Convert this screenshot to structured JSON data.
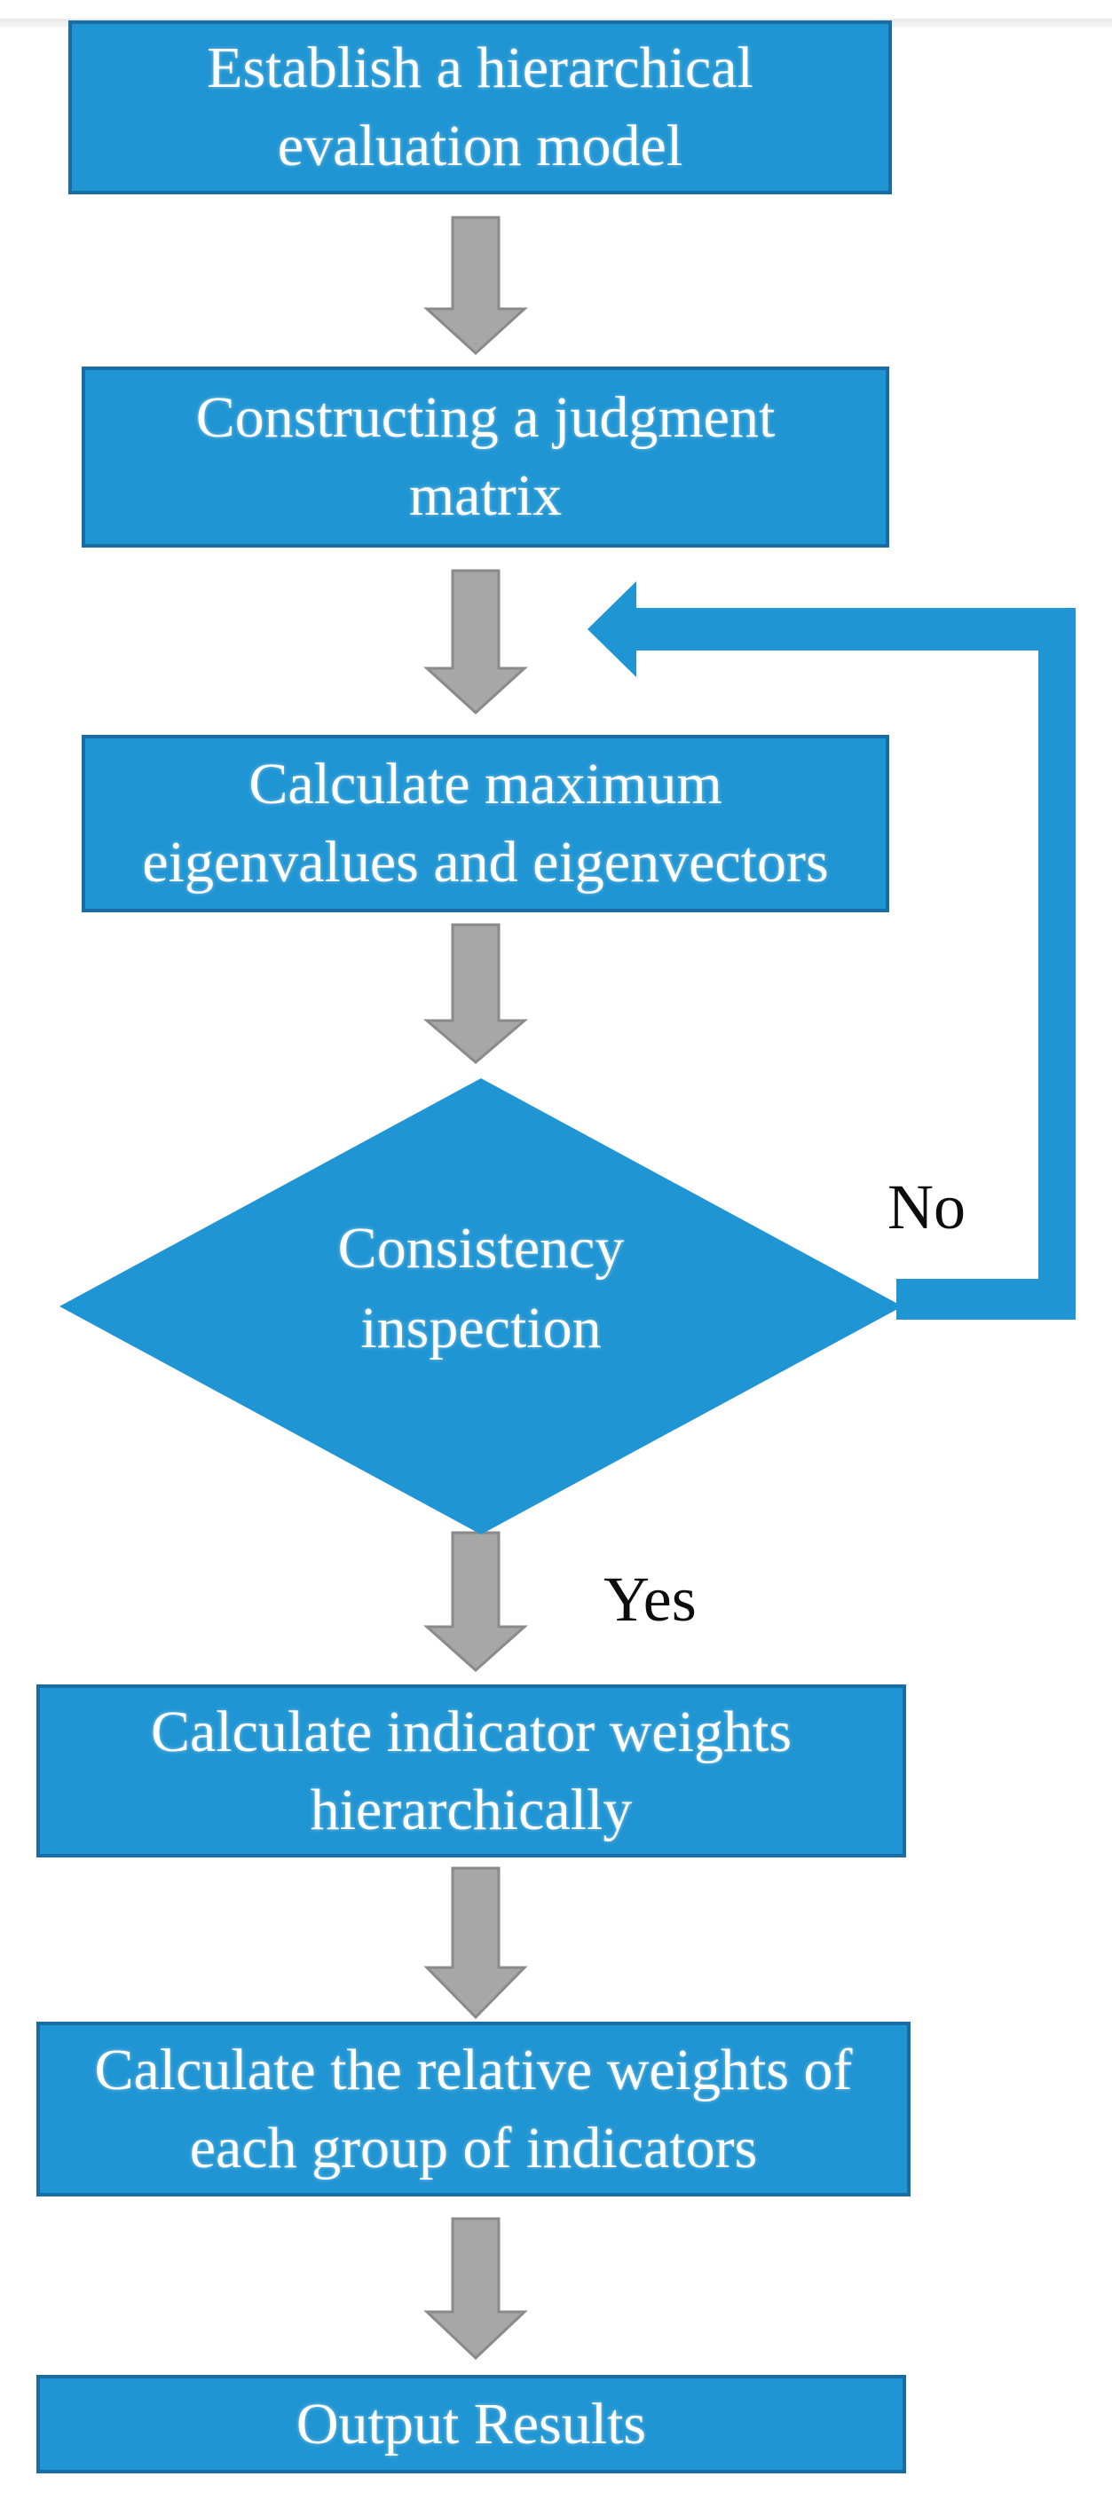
{
  "figure": {
    "type": "flowchart",
    "title": "AHP evaluation flow"
  },
  "colors": {
    "node-fill": "#2095d3",
    "node-border": "#1a6da4",
    "arrow-gray": "#a7a7a7",
    "arrow-gray-border": "#8a8a8a",
    "label-color": "#0d0d0d"
  },
  "flowchart": {
    "steps": {
      "establish_model": "Establish a hierarchical\nevaluation model",
      "judgment_matrix": "Constructing a judgment\nmatrix",
      "eigen": "Calculate maximum\neigenvalues and eigenvectors",
      "consistency": "Consistency\ninspection",
      "indicator_weights": "Calculate indicator weights\nhierarchically",
      "relative_weights": "Calculate the relative weights of\neach group of indicators",
      "output": "Output Results"
    },
    "branch_labels": {
      "no": "No",
      "yes": "Yes"
    }
  }
}
